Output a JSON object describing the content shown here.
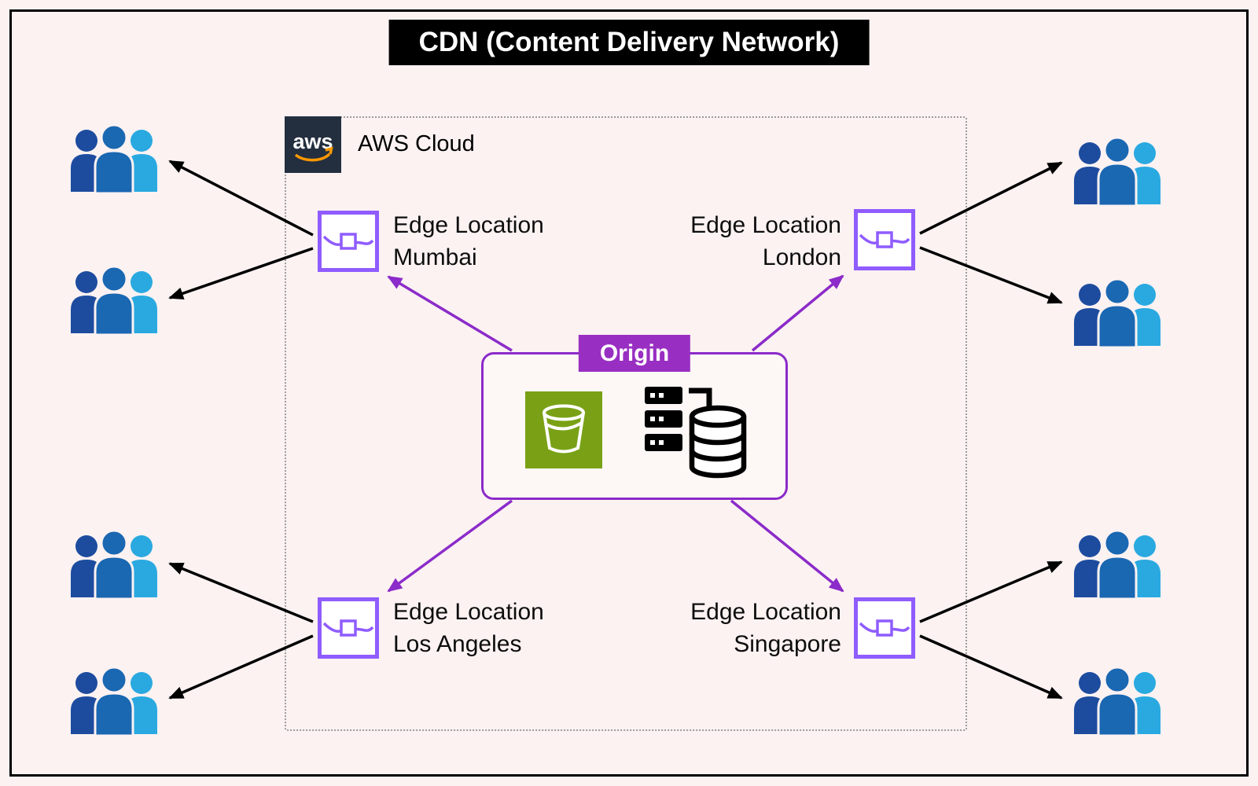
{
  "title": "CDN (Content Delivery Network)",
  "aws_cloud": {
    "logo_text": "aws",
    "label": "AWS Cloud"
  },
  "origin": {
    "label": "Origin",
    "icons": [
      "s3-bucket-icon",
      "database-icon"
    ]
  },
  "edge_locations": [
    {
      "name": "mumbai",
      "line1": "Edge Location",
      "line2": "Mumbai"
    },
    {
      "name": "london",
      "line1": "Edge Location",
      "line2": "London"
    },
    {
      "name": "los_angeles",
      "line1": "Edge Location",
      "line2": "Los Angeles"
    },
    {
      "name": "singapore",
      "line1": "Edge Location",
      "line2": "Singapore"
    }
  ],
  "user_groups": {
    "count": 8
  },
  "colors": {
    "background": "#fcf2f2",
    "frame_border": "#000000",
    "title_bg": "#000000",
    "title_fg": "#ffffff",
    "aws_logo_bg": "#232f3e",
    "aws_smile_orange": "#ff9900",
    "edge_icon_purple": "#8f5cff",
    "origin_border_purple": "#8b2bc9",
    "origin_badge_purple": "#992fc2",
    "arrow_purple": "#8b2bc9",
    "arrow_black": "#000000",
    "s3_green": "#7aa116",
    "database_black": "#000000",
    "user_navy": "#1d4c9f",
    "user_mid_blue": "#1a67b2",
    "user_cyan": "#2aa9e0",
    "dotted_border_gray": "#9b9b9b"
  }
}
